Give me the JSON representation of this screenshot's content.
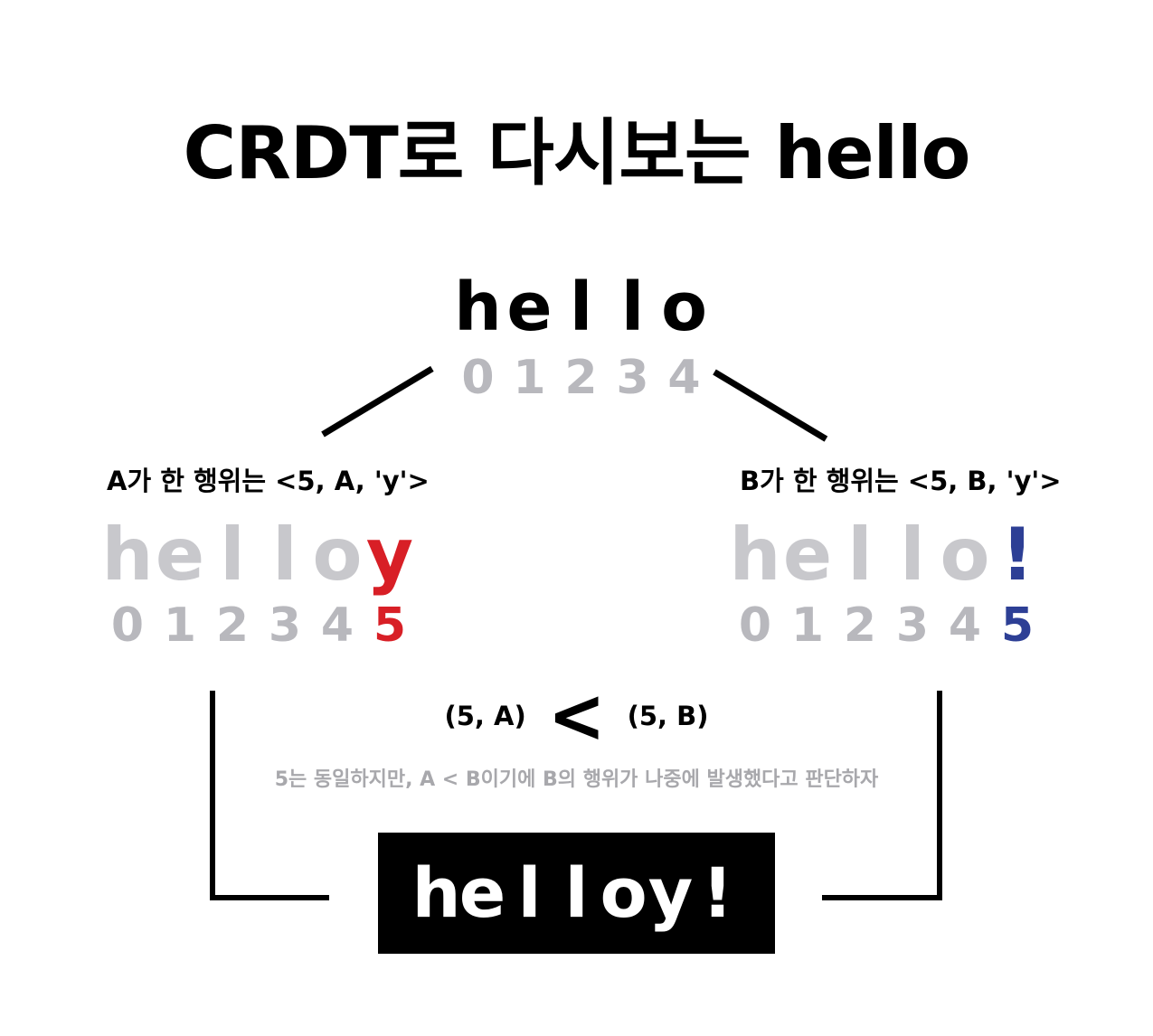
{
  "title": "CRDT로 다시보는 hello",
  "original": {
    "letters": [
      "h",
      "e",
      "l",
      "l",
      "o"
    ],
    "indices": [
      "0",
      "1",
      "2",
      "3",
      "4"
    ]
  },
  "actor_a": {
    "label": "A가 한 행위는 <5, A, 'y'>",
    "letters": [
      "h",
      "e",
      "l",
      "l",
      "o",
      "y"
    ],
    "indices": [
      "0",
      "1",
      "2",
      "3",
      "4",
      "5"
    ],
    "highlight_color": "#d81f26"
  },
  "actor_b": {
    "label": "B가 한 행위는 <5, B, 'y'>",
    "letters": [
      "h",
      "e",
      "l",
      "l",
      "o",
      "!"
    ],
    "indices": [
      "0",
      "1",
      "2",
      "3",
      "4",
      "5"
    ],
    "highlight_color": "#2d3f95"
  },
  "comparison": {
    "left": "(5, A)",
    "operator": "<",
    "right": "(5, B)"
  },
  "note": "5는 동일하지만, A < B이기에 B의 행위가 나중에 발생했다고 판단하자",
  "result": {
    "letters": [
      "h",
      "e",
      "l",
      "l",
      "o",
      "y",
      "!"
    ]
  },
  "colors": {
    "faded_letter": "#c8c8cc",
    "faded_index": "#b8b8bd",
    "note_text": "#a8a8ac"
  }
}
